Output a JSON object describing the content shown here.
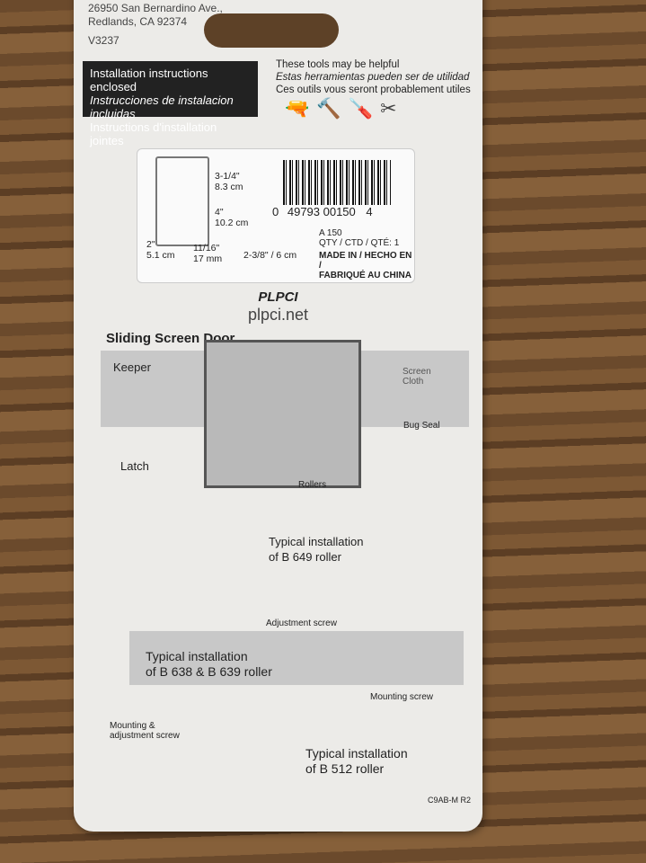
{
  "address": [
    "26950 San Bernardino Ave.,",
    "Redlands, CA 92374"
  ],
  "code": "V3237",
  "instructions": [
    "Installation instructions enclosed",
    "Instrucciones de instalacion incluidas",
    "Instructions d'installation jointes"
  ],
  "tools": [
    "These tools may be helpful",
    "Estas herramientas pueden ser de utilidad",
    "Ces outils vous seront probablement utiles"
  ],
  "dims": {
    "height": "3-1/4\"",
    "height_cm": "8.3 cm",
    "length": "4\"",
    "length_cm": "10.2 cm",
    "width": "2\"",
    "width_cm": "5.1 cm",
    "depth": "11/16\"",
    "depth_mm": "17 mm",
    "keeper": "2-3/8\" / 6 cm"
  },
  "barcode": {
    "left": "0",
    "main": "49793 00150",
    "right": "4"
  },
  "product": {
    "model": "A 150",
    "qty": "QTY / CTD / QTÉ: 1",
    "made1": "MADE IN / HECHO EN /",
    "made2": "FABRIQUÉ AU CHINA"
  },
  "brand": {
    "logo": "PLPCI",
    "url": "plpci.net"
  },
  "door": {
    "title": "Sliding Screen Door",
    "keeper": "Keeper",
    "latch": "Latch",
    "screen": "Screen Cloth",
    "bug": "Bug Seal",
    "rollers": "Rollers"
  },
  "install": {
    "b649": [
      "Typical installation",
      "of B 649 roller"
    ],
    "adj": "Adjustment screw",
    "b638": [
      "Typical installation",
      "of B 638 & B 639 roller"
    ],
    "mount": "Mounting screw",
    "mountadj": [
      "Mounting &",
      "adjustment screw"
    ],
    "b512": [
      "Typical installation",
      "of B 512 roller"
    ]
  },
  "footer": "C9AB-M R2"
}
